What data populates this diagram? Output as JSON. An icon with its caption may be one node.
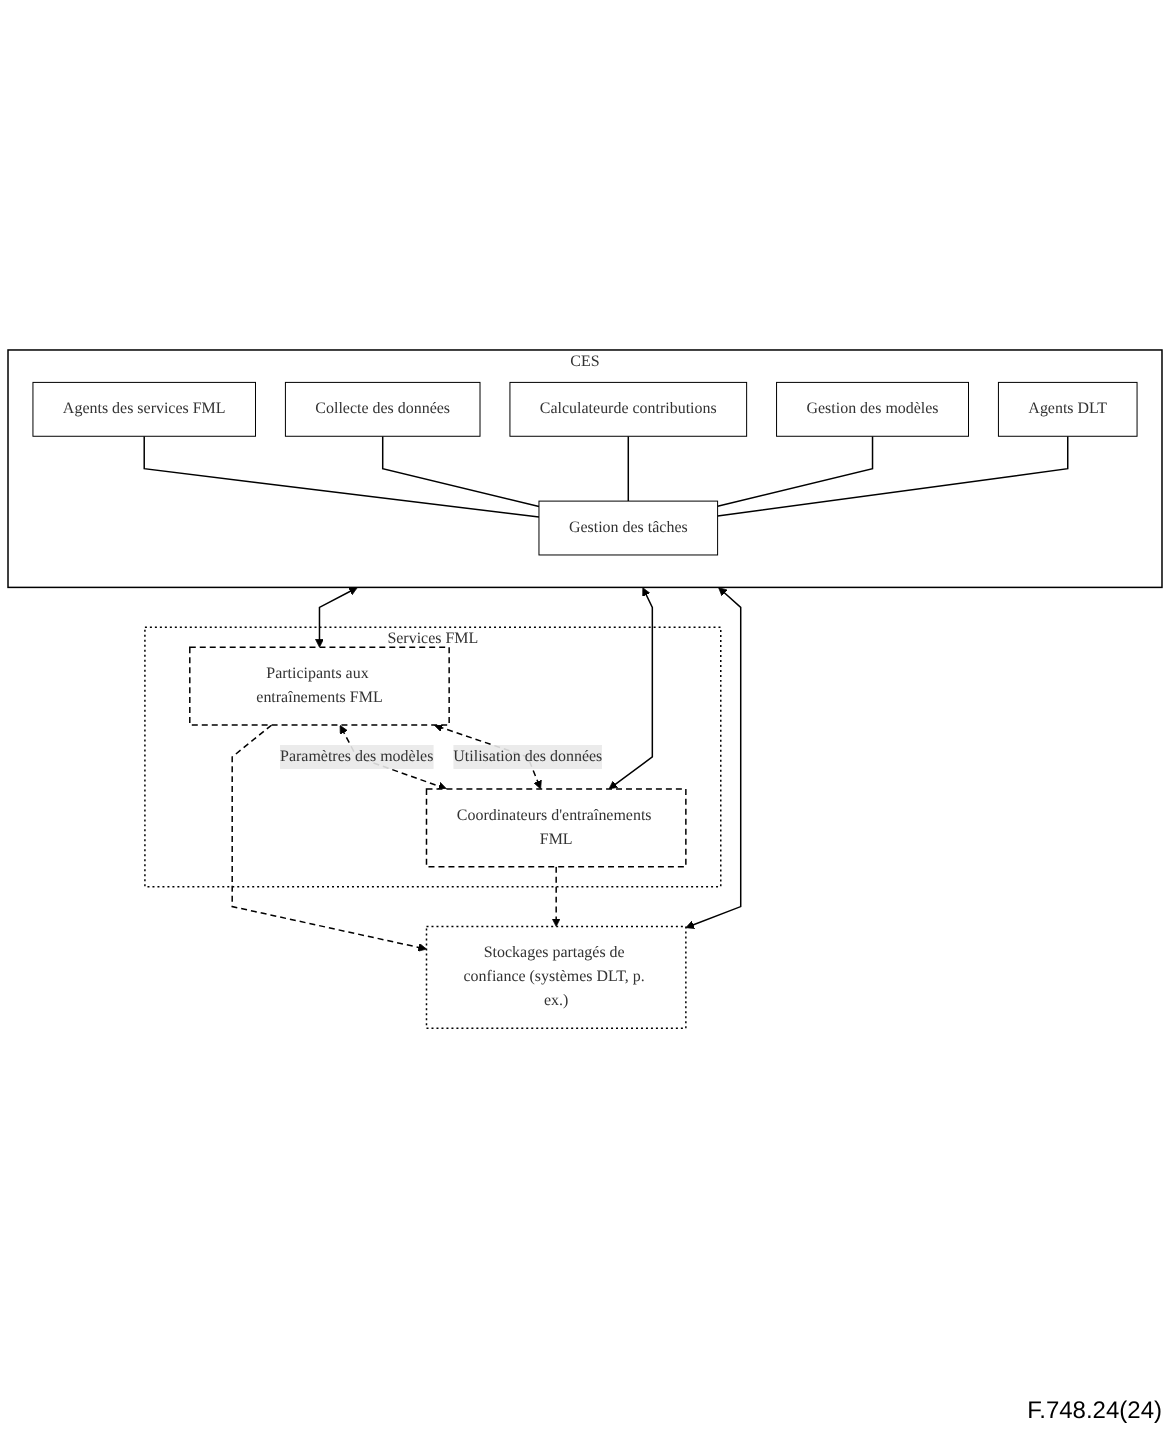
{
  "diagram": {
    "nodes": [
      {
        "text": [
          "Services FML"
        ]
      },
      {
        "text": [
          "Participants aux entraînements FML"
        ],
        "in": 0
      },
      {
        "text": [
          "Coordinateurs d'entraînements FML"
        ],
        "in": 0
      },
      {
        "text": [
          "CES"
        ]
      },
      {
        "text": [
          "Agents des services FML"
        ],
        "in": 3
      },
      {
        "text": [
          "Collecte des données"
        ],
        "in": 3
      },
      {
        "text": [
          "Calculateurde contributions"
        ],
        "in": 3
      },
      {
        "text": [
          "Gestion des modèles"
        ],
        "in": 3
      },
      {
        "text": [
          "Agents DLT"
        ],
        "in": 3
      },
      {
        "text": [
          "Gestion des tâches"
        ],
        "in": 3
      },
      {
        "text": [
          "Stockages partagés de confiance (systèmes DLT, p. ex.)"
        ]
      }
    ],
    "edges": [
      {
        "from": 1,
        "to": 2,
        "arrow": "both",
        "label": "Paramètres des modèles",
        "style": "dashed"
      },
      {
        "from": 1,
        "to": 2,
        "arrow": "both",
        "label": "Utilisation des données",
        "style": "dashed"
      },
      {
        "from": 3,
        "to": 1,
        "arrow": "both"
      },
      {
        "from": 3,
        "to": 2,
        "arrow": "both"
      },
      {
        "from": 4,
        "to": 9,
        "arrow": "none"
      },
      {
        "from": 5,
        "to": 9,
        "arrow": "none"
      },
      {
        "from": 6,
        "to": 9,
        "arrow": "none"
      },
      {
        "from": 7,
        "to": 9,
        "arrow": "none"
      },
      {
        "from": 8,
        "to": 9,
        "arrow": "none"
      },
      {
        "from": 3,
        "to": 10,
        "arrow": "both"
      },
      {
        "from": 1,
        "to": 10,
        "arrow": "to",
        "style": "dashed"
      },
      {
        "from": 2,
        "to": 10,
        "arrow": "to",
        "style": "dashed"
      }
    ],
    "labels": [
      "F.748.24(24)"
    ]
  }
}
